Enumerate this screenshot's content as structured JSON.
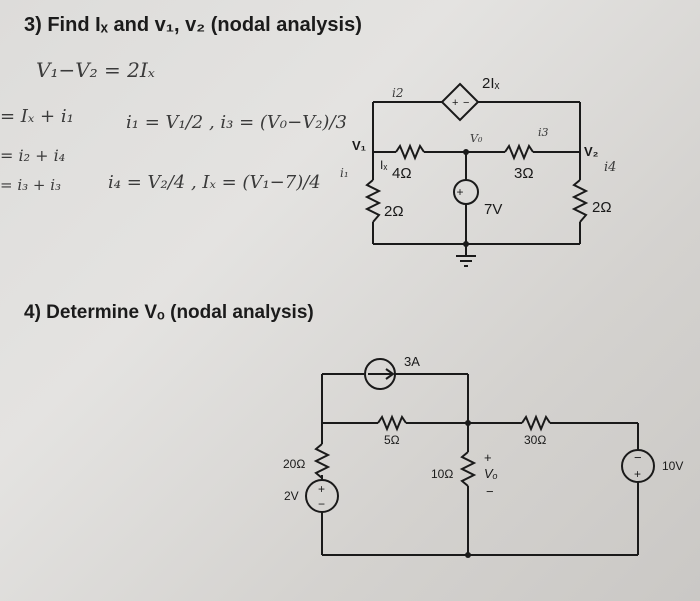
{
  "problem3": {
    "title": "3) Find Iₓ and v₁, v₂ (nodal analysis)",
    "handwritten": {
      "eq1": "V₁−V₂ = 2Iₓ",
      "eq2": "= Iₓ + i₁",
      "eq3": "= i₂ + i₄",
      "eq4": "= i₃ + i₃",
      "eq5": "i₁ = V₁/2 ,  i₃ = (V₀−V₂)/3",
      "eq6": "i₄ = V₂/4 ,  Iₓ = (V₁−7)/4",
      "i2_note": "i2",
      "v0_note": "V₀",
      "i3_note": "i3",
      "i1_note": "i₁",
      "i4_note": "i4"
    },
    "labels": {
      "dep_source": "2Iₓ",
      "v1": "V₁",
      "v2": "V₂",
      "ix": "Iₓ",
      "r4": "4Ω",
      "r3": "3Ω",
      "r2a": "2Ω",
      "r2b": "2Ω",
      "vsrc": "7V"
    }
  },
  "problem4": {
    "title": "4) Determine Vₒ (nodal analysis)",
    "labels": {
      "isrc": "3A",
      "r5": "5Ω",
      "r30": "30Ω",
      "r20": "20Ω",
      "r10": "10Ω",
      "vo": "Vₒ",
      "plus": "+",
      "minus": "−",
      "vsrc2": "2V",
      "vsrc10": "10V"
    }
  }
}
